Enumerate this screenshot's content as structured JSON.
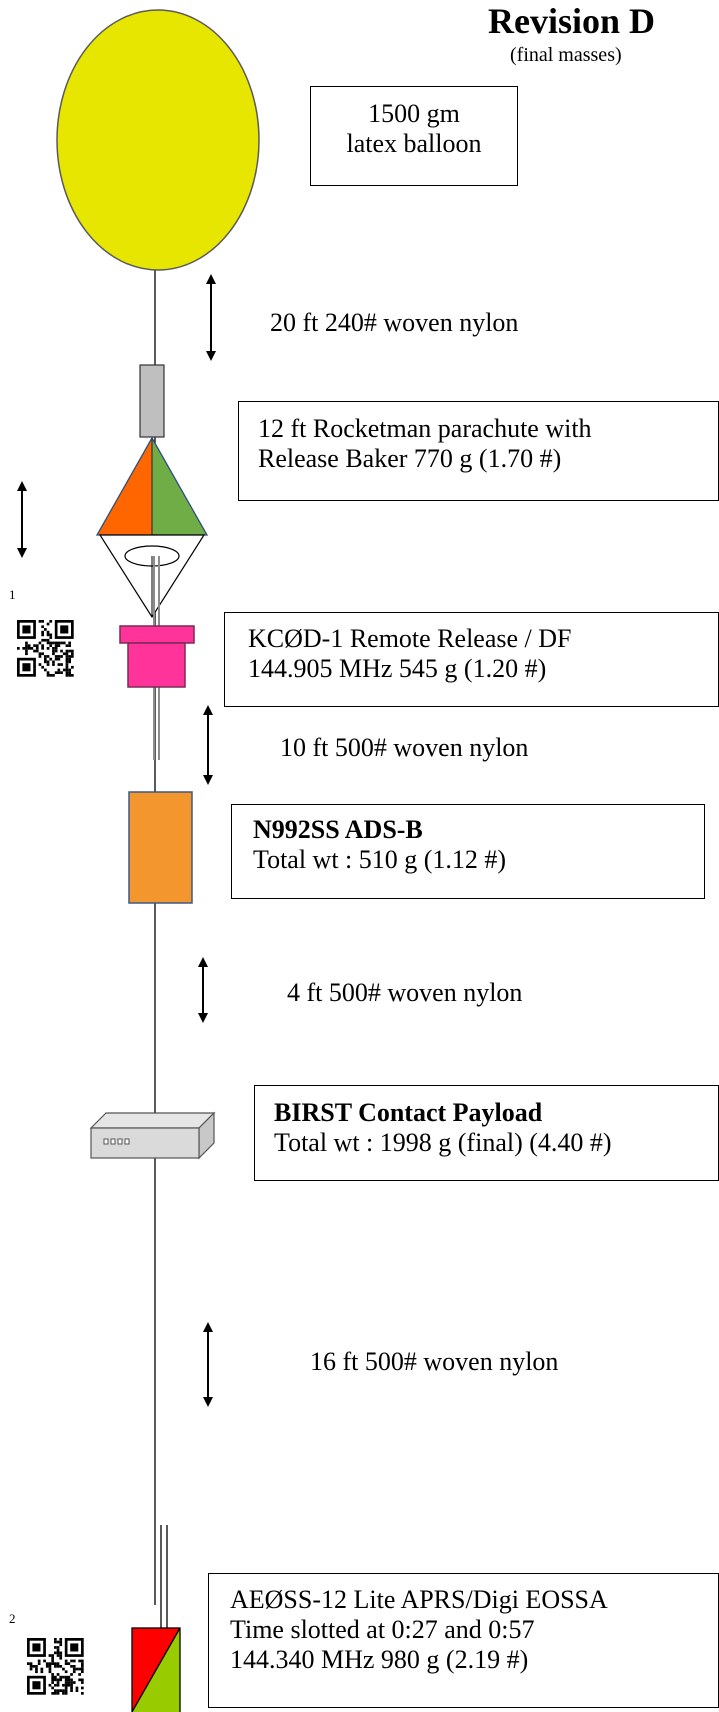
{
  "header": {
    "title": "Revision D",
    "subtitle": "(final masses)"
  },
  "balloon": {
    "line1": "1500 gm",
    "line2": "latex balloon",
    "color": "#E6E600"
  },
  "tethers": [
    {
      "label": "20 ft 240# woven nylon"
    },
    {
      "label": "10 ft 500# woven nylon"
    },
    {
      "label": "4 ft 500# woven nylon"
    },
    {
      "label": "16 ft 500# woven nylon"
    }
  ],
  "parachute": {
    "line1": "12 ft Rocketman parachute with",
    "line2": "Release Baker   770 g  (1.70 #)",
    "colors": {
      "left": "#FF6600",
      "right": "#70AD47"
    }
  },
  "release": {
    "line1": "KCØD-1 Remote Release  / DF",
    "line2": "144.905 MHz 545 g (1.20 #)",
    "color": "#FF3399"
  },
  "adsb": {
    "line1": "N992SS ADS-B",
    "line2": "Total wt :  510 g  (1.12 #)",
    "color": "#F4962E"
  },
  "birst": {
    "line1": "BIRST Contact Payload",
    "line2": "Total wt :   1998 g (final) (4.40 #)"
  },
  "aprs": {
    "line1": "AEØSS-12 Lite APRS/Digi  EOSSA",
    "line2": "Time slotted at 0:27 and 0:57",
    "line3": "144.340 MHz   980 g (2.19 #)",
    "colors": {
      "top": "#FF0000",
      "bottom": "#99CC00"
    }
  },
  "footnotes": {
    "qr1": "1",
    "qr2": "2"
  }
}
